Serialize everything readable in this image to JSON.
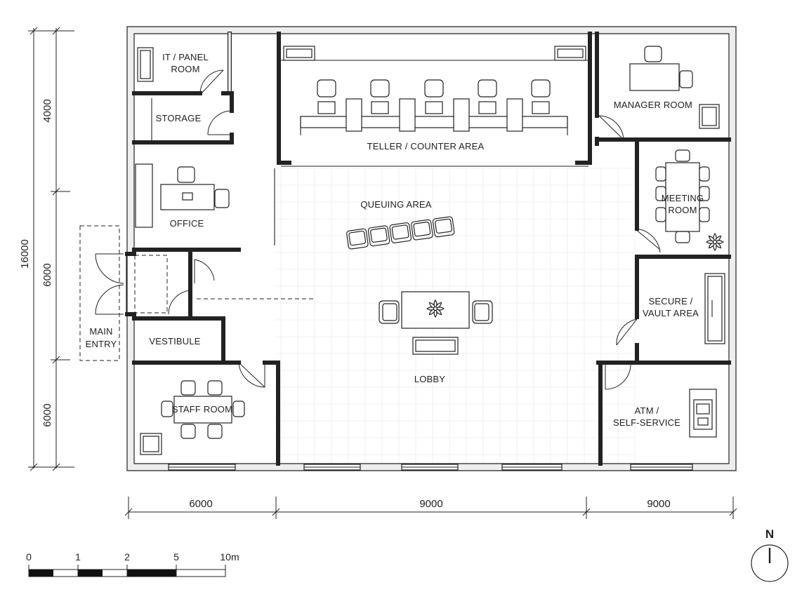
{
  "rooms": {
    "it_panel": "IT / PANEL",
    "it_panel_2": "ROOM",
    "storage": "STORAGE",
    "teller": "TELLER / COUNTER AREA",
    "manager": "MANAGER ROOM",
    "office": "OFFICE",
    "queuing": "QUEUING AREA",
    "meeting": "MEETING",
    "meeting_2": "ROOM",
    "vault": "SECURE /",
    "vault_2": "VAULT AREA",
    "vestibule": "VESTIBULE",
    "main_entry": "MAIN",
    "main_entry_2": "ENTRY",
    "lobby": "LOBBY",
    "staff": "STAFF ROOM",
    "atm": "ATM /",
    "atm_2": "SELF-SERVICE"
  },
  "dimensions": {
    "vertical_total": "16000",
    "vertical_segments": [
      "4000",
      "6000",
      "6000"
    ],
    "horizontal_segments": [
      "6000",
      "9000",
      "9000"
    ]
  },
  "scale_bar": {
    "labels": [
      "0",
      "1",
      "2",
      "5",
      "10m"
    ]
  },
  "north": {
    "label": "N"
  }
}
